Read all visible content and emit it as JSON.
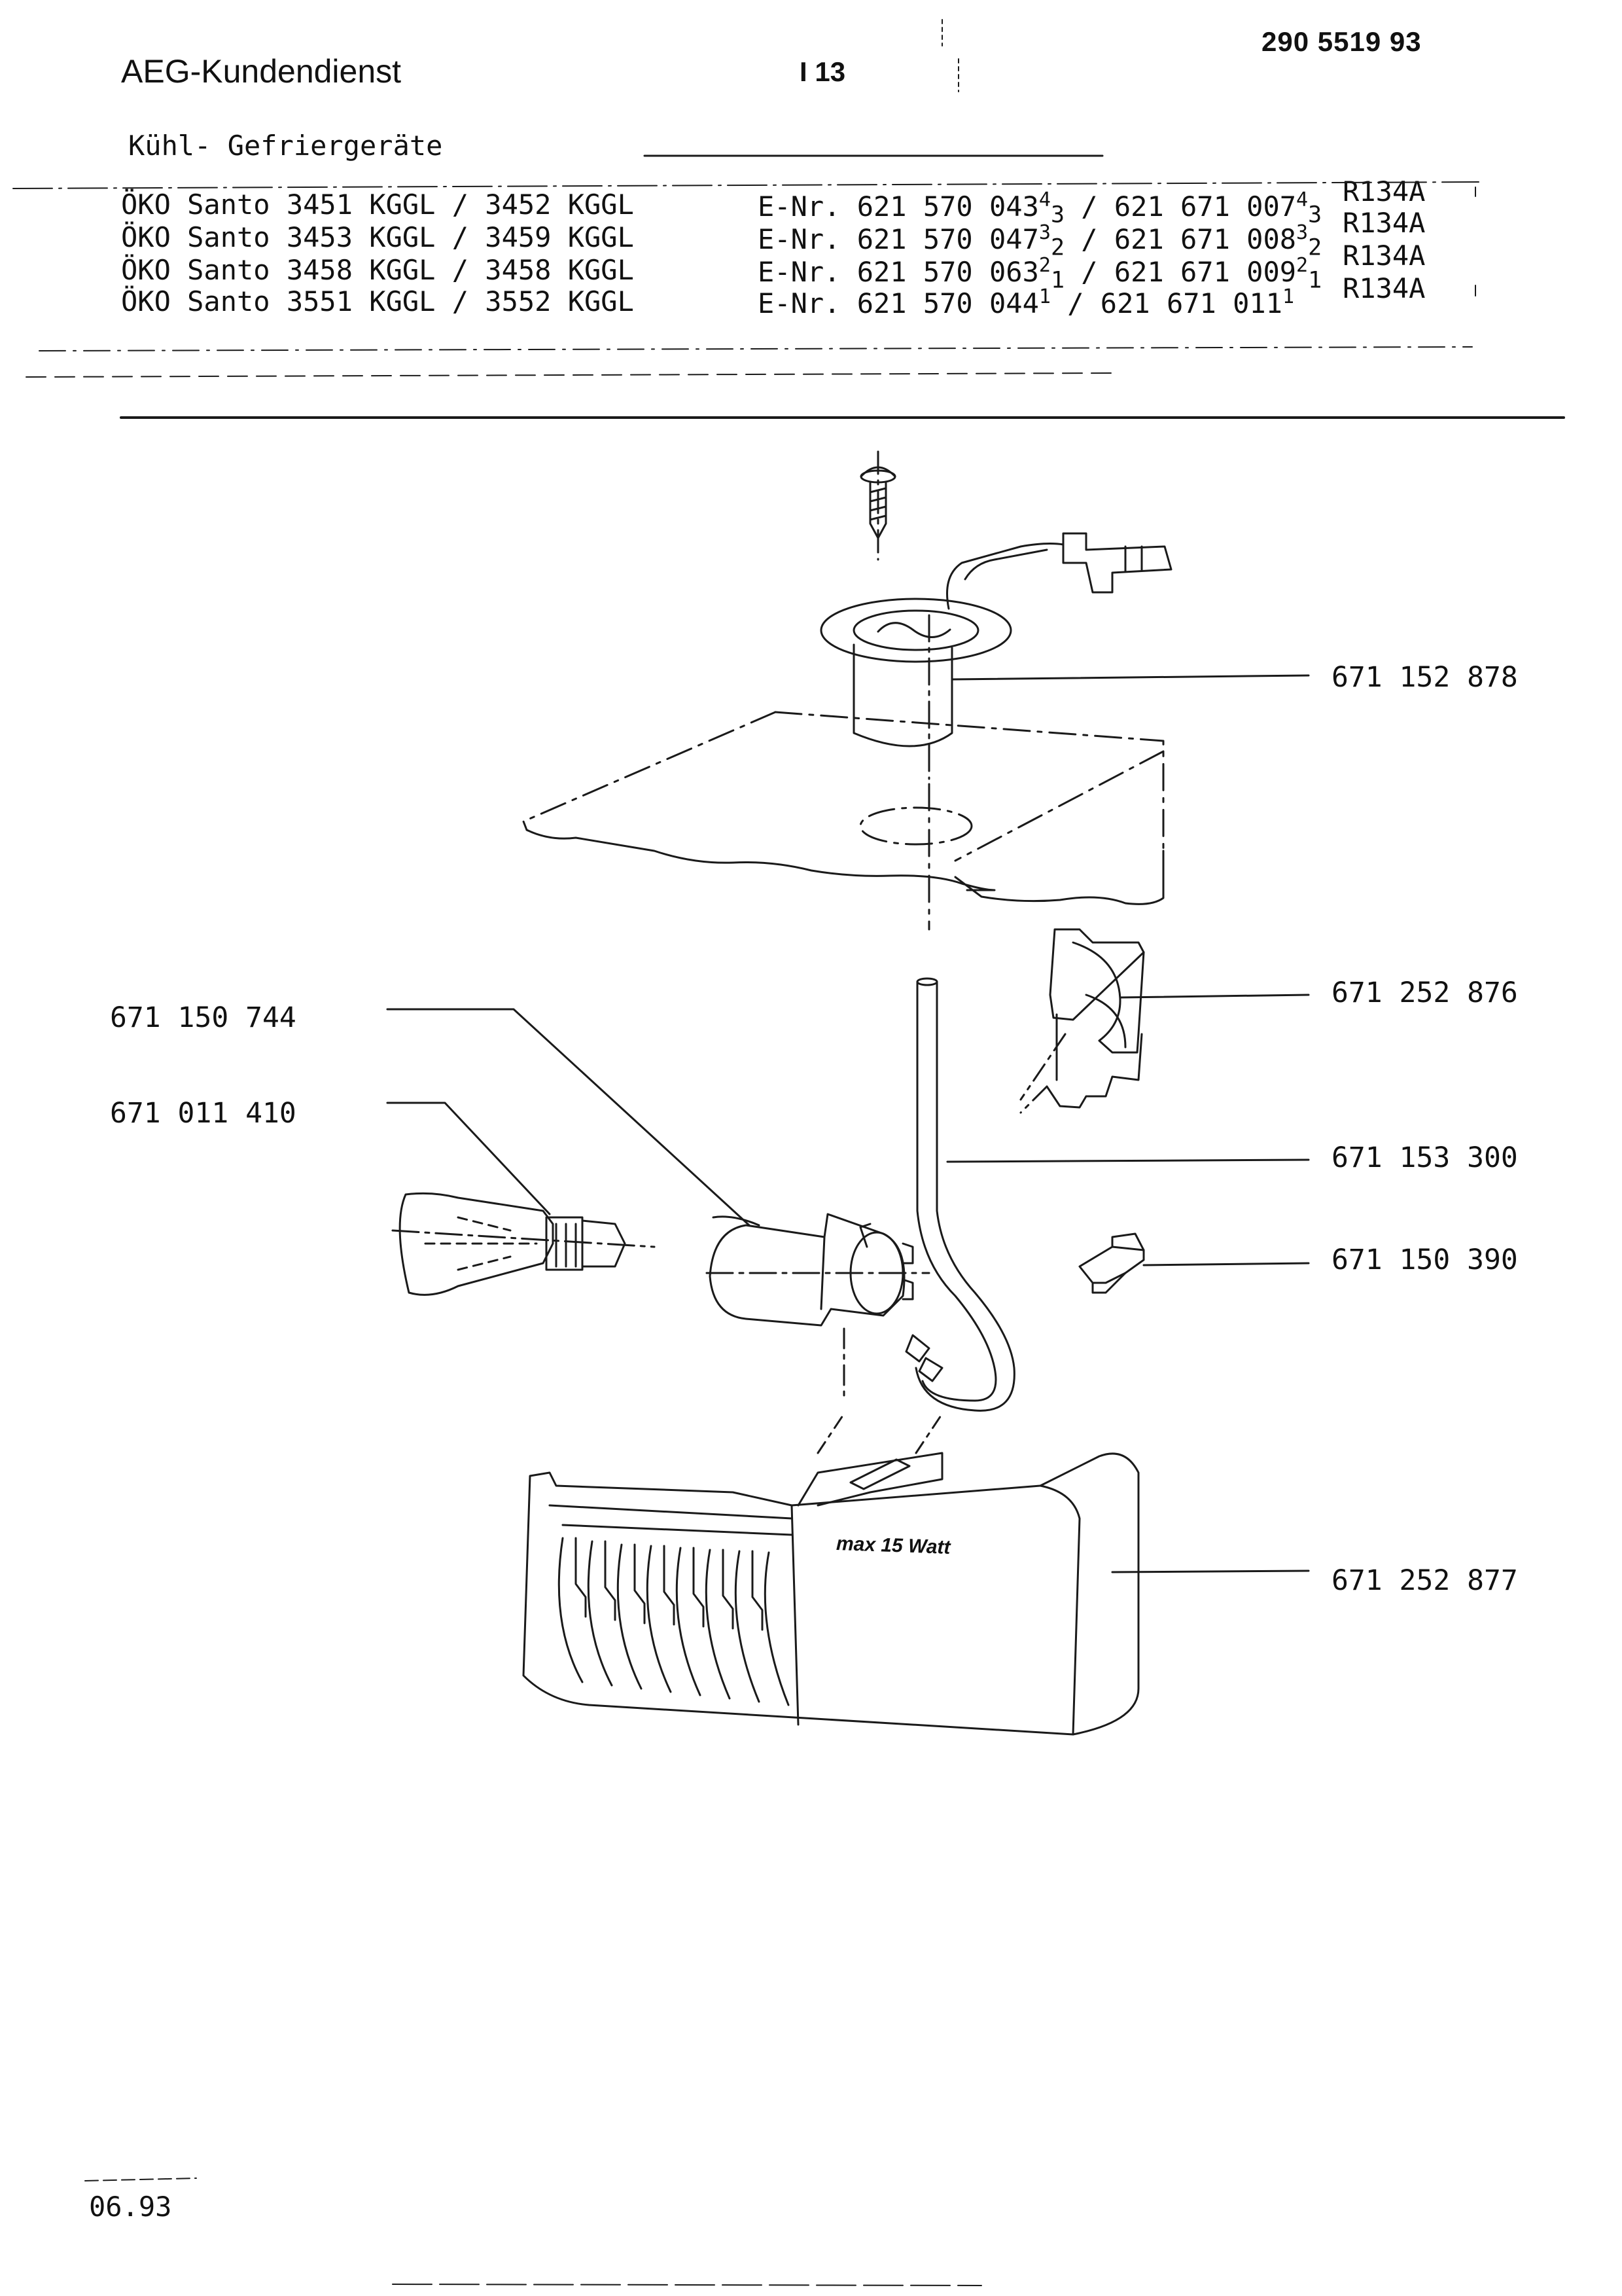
{
  "header": {
    "brand": "AEG-Kundendienst",
    "sheet": "I 13",
    "document_number": "290 5519 93",
    "category": "Kühl- Gefriergeräte"
  },
  "models": [
    {
      "model": "ÖKO Santo 3451 KGGL / 3452 KGGL",
      "enr_prefix": "E-Nr. 621 570 043",
      "enr_index": "4",
      "enr_index2": "3",
      "enr_mid": " / 621 671 007",
      "enr_index3": "4",
      "enr_index4": "3",
      "refrigerant": "R134A"
    },
    {
      "model": "ÖKO Santo 3453 KGGL / 3459 KGGL",
      "enr_prefix": "E-Nr. 621 570 047",
      "enr_index": "3",
      "enr_index2": "2",
      "enr_mid": " / 621 671 008",
      "enr_index3": "3",
      "enr_index4": "2",
      "refrigerant": "R134A"
    },
    {
      "model": "ÖKO Santo 3458 KGGL / 3458 KGGL",
      "enr_prefix": "E-Nr. 621 570 063",
      "enr_index": "2",
      "enr_index2": "1",
      "enr_mid": " / 621 671 009",
      "enr_index3": "2",
      "enr_index4": "1",
      "refrigerant": "R134A"
    },
    {
      "model": "ÖKO Santo 3551 KGGL / 3552 KGGL",
      "enr_prefix": "E-Nr. 621 570 044",
      "enr_index": "1",
      "enr_index2": "",
      "enr_mid": " / 621 671 011",
      "enr_index3": "1",
      "enr_index4": "",
      "refrigerant": "R134A"
    }
  ],
  "parts": [
    {
      "number": "671 152 878"
    },
    {
      "number": "671 252 876"
    },
    {
      "number": "671 153 300"
    },
    {
      "number": "671 150 390"
    },
    {
      "number": "671 252 877"
    },
    {
      "number": "671 150 744"
    },
    {
      "number": "671 011 410"
    }
  ],
  "diagram": {
    "cover_text": "max 15 Watt"
  },
  "footer": {
    "date": "06.93"
  }
}
